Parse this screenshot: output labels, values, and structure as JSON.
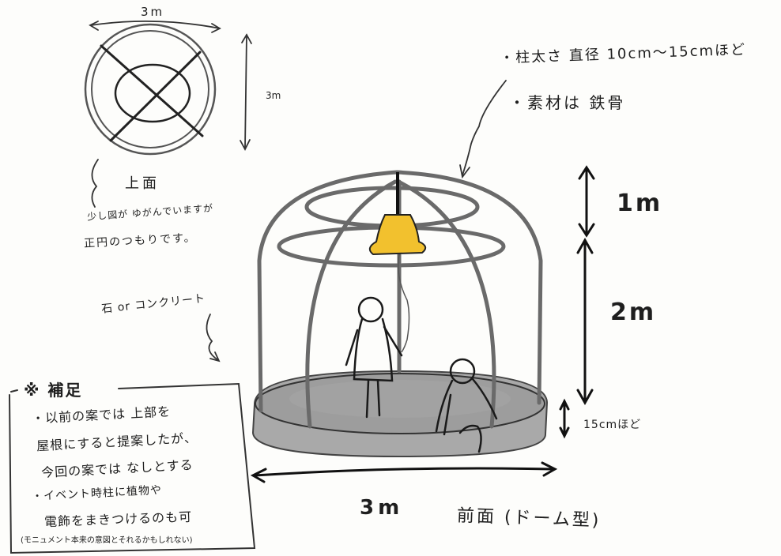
{
  "top_view": {
    "width_label": "3m",
    "height_label": "3m",
    "label": "上面",
    "note_line1": "少し図が ゆがんでいますが",
    "note_line2": "正円のつもりです。"
  },
  "specs": {
    "line1": "・柱太さ 直径 10cm〜15cmほど",
    "line2": "・素材は 鉄骨"
  },
  "front_view": {
    "height_upper": "1m",
    "height_lower": "2m",
    "base_height": "15cmほど",
    "width": "3m",
    "label": "前面 (ドーム型)",
    "base_material": "石 or コンクリート"
  },
  "supplement": {
    "title": "※ 補足",
    "line1": "・以前の案では 上部を",
    "line2": "屋根にすると提案したが、",
    "line3": "今回の案では なしとする",
    "line4": "・イベント時柱に植物や",
    "line5": "電飾をまきつけるのも可",
    "line6": "(モニュメント本来の意図とそれるかもしれない)"
  },
  "colors": {
    "ink": "#1e1e1e",
    "frame": "#6a6a6a",
    "base_fill": "#a9a9a9",
    "bell": "#f2c12e"
  }
}
